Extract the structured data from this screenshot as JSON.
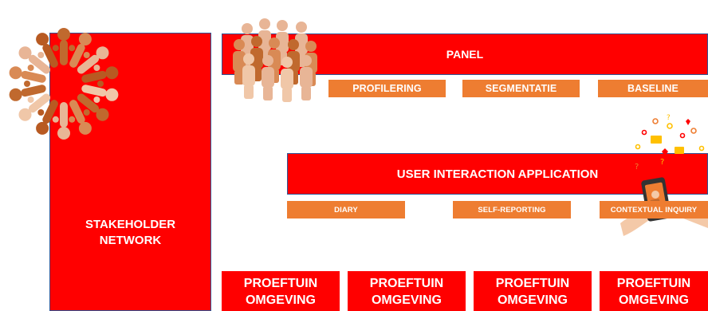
{
  "stakeholder": {
    "line1": "STAKEHOLDER",
    "line2": "NETWORK"
  },
  "panel": {
    "title": "PANEL",
    "items": [
      "PROFILERING",
      "SEGMENTATIE",
      "BASELINE"
    ]
  },
  "uia": {
    "title": "USER INTERACTION APPLICATION",
    "items": [
      "DIARY",
      "SELF-REPORTING",
      "CONTEXTUAL INQUIRY"
    ]
  },
  "proeftuin": [
    {
      "line1": "PROEFTUIN",
      "line2": "OMGEVING"
    },
    {
      "line1": "PROEFTUIN",
      "line2": "OMGEVING"
    },
    {
      "line1": "PROEFTUIN",
      "line2": "OMGEVING"
    },
    {
      "line1": "PROEFTUIN",
      "line2": "OMGEVING"
    }
  ],
  "colors": {
    "primary_red": "#ff0000",
    "accent_orange": "#ee7d31",
    "border_blue": "#2f5597",
    "figure_brown": "#c0692e",
    "figure_tan": "#e8b596"
  },
  "icons": {
    "network_circle": "people-circle-icon",
    "group": "people-group-icon",
    "phone": "phone-in-hand-icon"
  }
}
